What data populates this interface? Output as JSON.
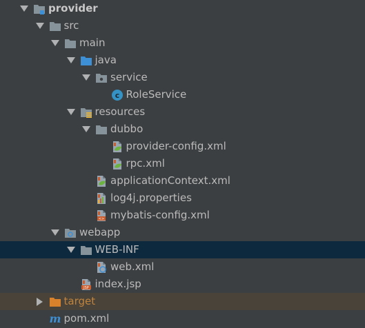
{
  "project_tree": {
    "nodes": [
      {
        "id": "provider",
        "label": "provider",
        "depth": 0,
        "expanded": true,
        "icon": "module-folder-icon",
        "bold": true
      },
      {
        "id": "src",
        "label": "src",
        "depth": 1,
        "expanded": true,
        "icon": "folder-icon"
      },
      {
        "id": "main",
        "label": "main",
        "depth": 2,
        "expanded": true,
        "icon": "folder-icon"
      },
      {
        "id": "java",
        "label": "java",
        "depth": 3,
        "expanded": true,
        "icon": "source-folder-icon"
      },
      {
        "id": "service",
        "label": "service",
        "depth": 4,
        "expanded": true,
        "icon": "package-icon"
      },
      {
        "id": "roleservice",
        "label": "RoleService",
        "depth": 5,
        "leaf": true,
        "icon": "java-class-icon"
      },
      {
        "id": "resources",
        "label": "resources",
        "depth": 3,
        "expanded": true,
        "icon": "resources-folder-icon"
      },
      {
        "id": "dubbo",
        "label": "dubbo",
        "depth": 4,
        "expanded": true,
        "icon": "folder-icon"
      },
      {
        "id": "provider-config",
        "label": "provider-config.xml",
        "depth": 5,
        "leaf": true,
        "icon": "spring-xml-icon"
      },
      {
        "id": "rpc",
        "label": "rpc.xml",
        "depth": 5,
        "leaf": true,
        "icon": "spring-xml-icon"
      },
      {
        "id": "appctx",
        "label": "applicationContext.xml",
        "depth": 4,
        "leaf": true,
        "icon": "spring-xml-icon"
      },
      {
        "id": "log4j",
        "label": "log4j.properties",
        "depth": 4,
        "leaf": true,
        "icon": "properties-file-icon"
      },
      {
        "id": "mybatis",
        "label": "mybatis-config.xml",
        "depth": 4,
        "leaf": true,
        "icon": "xml-file-icon"
      },
      {
        "id": "webapp",
        "label": "webapp",
        "depth": 2,
        "expanded": true,
        "icon": "web-folder-icon"
      },
      {
        "id": "webinf",
        "label": "WEB-INF",
        "depth": 3,
        "expanded": true,
        "icon": "folder-icon",
        "selected": true
      },
      {
        "id": "webxml",
        "label": "web.xml",
        "depth": 4,
        "leaf": true,
        "icon": "web-xml-icon"
      },
      {
        "id": "indexjsp",
        "label": "index.jsp",
        "depth": 3,
        "leaf": true,
        "icon": "jsp-file-icon"
      },
      {
        "id": "target",
        "label": "target",
        "depth": 1,
        "expanded": false,
        "icon": "excluded-folder-icon",
        "excluded": true
      },
      {
        "id": "pom",
        "label": "pom.xml",
        "depth": 1,
        "leaf": true,
        "icon": "maven-icon"
      }
    ]
  },
  "colors": {
    "background": "#3c3f41",
    "text": "#bbbbbb",
    "selected_row": "#0d293e",
    "excluded_row": "#49433a",
    "excluded_text": "#c2843c",
    "folder": "#87939a",
    "source_folder": "#3d8fd6",
    "java_class": "#3592c4",
    "spring": "#6db33f",
    "xml_orange": "#cc5c2b"
  }
}
